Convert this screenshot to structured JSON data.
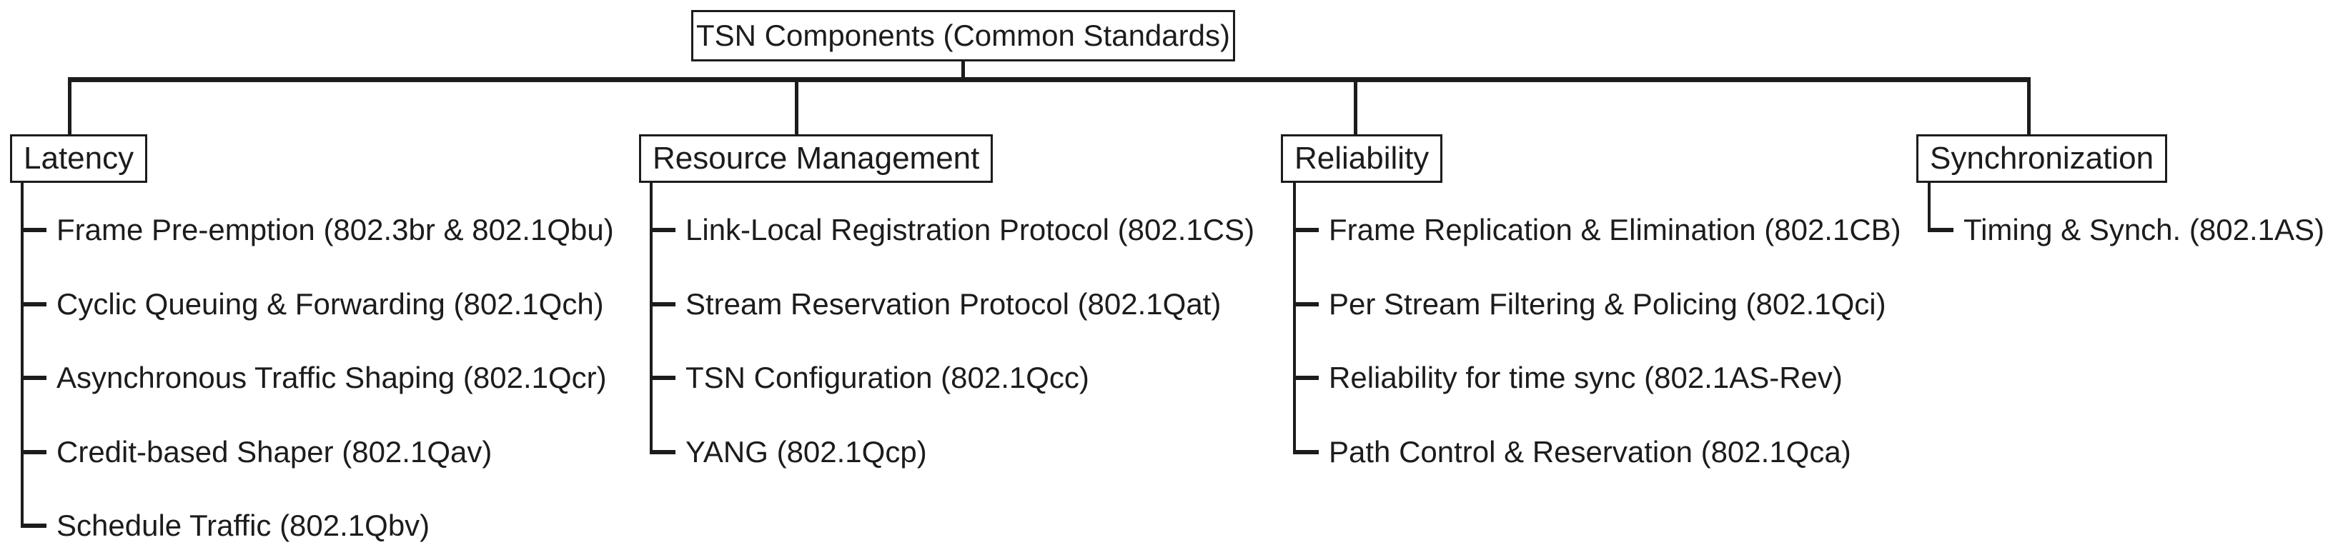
{
  "colors": {
    "background": "#ffffff",
    "line": "#1c1c1c",
    "text": "#1c1c1c"
  },
  "root": {
    "label": "TSN Components (Common Standards)"
  },
  "branches": [
    {
      "label": "Latency",
      "items": [
        "Frame Pre-emption (802.3br & 802.1Qbu)",
        "Cyclic Queuing & Forwarding (802.1Qch)",
        "Asynchronous Traffic Shaping (802.1Qcr)",
        "Credit-based Shaper (802.1Qav)",
        "Schedule Traffic (802.1Qbv)"
      ]
    },
    {
      "label": "Resource Management",
      "items": [
        "Link-Local Registration Protocol (802.1CS)",
        "Stream Reservation Protocol (802.1Qat)",
        "TSN Configuration (802.1Qcc)",
        "YANG (802.1Qcp)"
      ]
    },
    {
      "label": "Reliability",
      "items": [
        "Frame Replication & Elimination (802.1CB)",
        "Per Stream Filtering & Policing (802.1Qci)",
        "Reliability for time sync (802.1AS-Rev)",
        "Path Control & Reservation (802.1Qca)"
      ]
    },
    {
      "label": "Synchronization",
      "items": [
        "Timing & Synch. (802.1AS)"
      ]
    }
  ]
}
